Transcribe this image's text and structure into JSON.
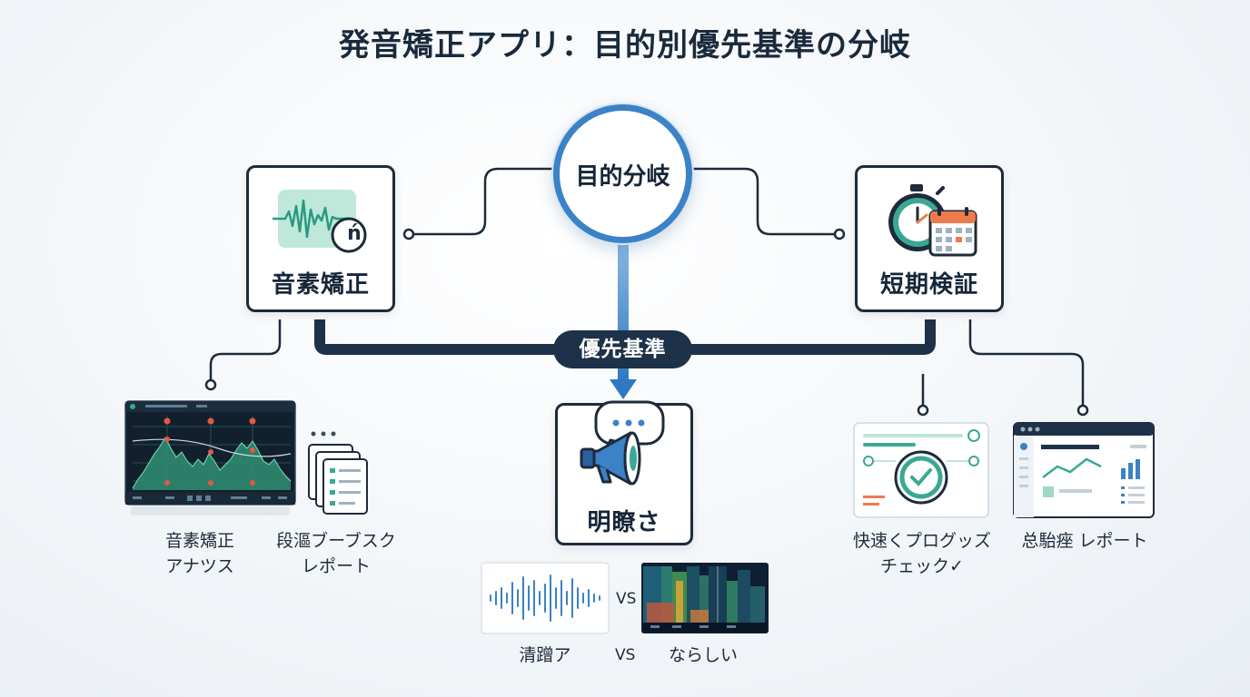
{
  "title": "発音矯正アプリ：目的別優先基準の分岐",
  "hub": {
    "label": "目的分岐"
  },
  "priority_bar": {
    "label": "優先基準"
  },
  "left_node": {
    "label": "音素矯正",
    "badge": "ń",
    "icon": "waveform-icon",
    "children": [
      {
        "line1": "音素矯正",
        "line2": "アナツス",
        "icon": "spectrum-analyzer-thumbnail"
      },
      {
        "line1": "段漚ブーブスク",
        "line2": "レポート",
        "icon": "document-stack-icon"
      }
    ]
  },
  "center_node": {
    "label": "明瞭さ",
    "icon": "megaphone-icon",
    "compare": {
      "left": "清蹭ア",
      "vs": "VS",
      "right": "ならしい"
    }
  },
  "right_node": {
    "label": "短期検証",
    "icon": "stopwatch-calendar-icon",
    "children": [
      {
        "line1": "快速くプログッズ",
        "line2": "チェック✓",
        "icon": "progress-check-thumbnail"
      },
      {
        "line1": "总駘痤 レポート",
        "line2": "",
        "icon": "dashboard-report-thumbnail"
      }
    ]
  },
  "colors": {
    "dark": "#1d2b3b",
    "accent_blue": "#3b82c6",
    "teal": "#3aa894",
    "orange": "#ef7b4d",
    "navy_bar": "#1d3148"
  }
}
